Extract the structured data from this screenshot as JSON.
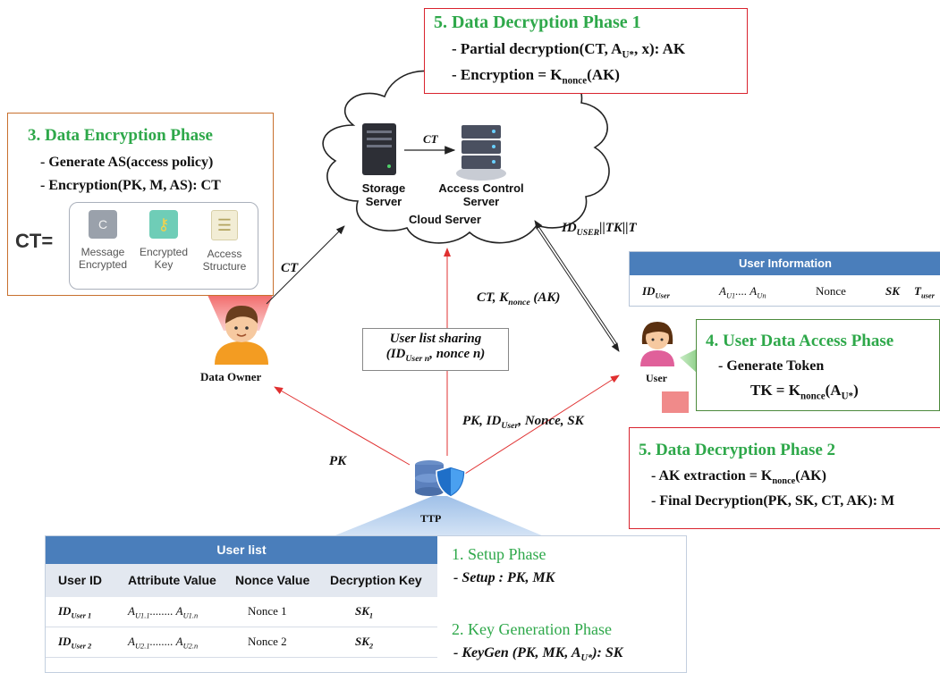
{
  "phases": {
    "dec1": {
      "title": "5. Data Decryption Phase 1",
      "line1_pre": "- Partial decryption(CT, A",
      "line1_sub": "U*",
      "line1_post": ", x): AK",
      "line2_pre": "- Encryption = K",
      "line2_sub": "nonce",
      "line2_post": "(AK)"
    },
    "enc": {
      "title": "3. Data Encryption Phase",
      "line1": "- Generate AS(access policy)",
      "line2": "- Encryption(PK, M, AS): CT",
      "ct_label": "CT=",
      "items": [
        {
          "glyph": "C",
          "label1": "Message",
          "label2": "Encrypted"
        },
        {
          "glyph": "⚷",
          "label1": "Encrypted",
          "label2": "Key"
        },
        {
          "glyph": "☰",
          "label1": "Access",
          "label2": "Structure"
        }
      ]
    },
    "access": {
      "title": "4. User Data Access Phase",
      "line1": "- Generate Token",
      "line2_pre": "TK = K",
      "line2_sub": "nonce",
      "line2_mid": "(A",
      "line2_sub2": "U*",
      "line2_post": ")"
    },
    "dec2": {
      "title": "5. Data Decryption Phase 2",
      "line1_pre": "- AK extraction = K",
      "line1_sub": "nonce",
      "line1_post": "(AK)",
      "line2": "- Final Decryption(PK, SK, CT, AK): M"
    },
    "setup": {
      "title": "1. Setup Phase",
      "line": "- Setup : PK, MK"
    },
    "keygen": {
      "title": "2. Key Generation Phase",
      "line_pre": "- KeyGen (PK, MK, A",
      "line_sub": "U*",
      "line_post": "): SK"
    }
  },
  "cloud": {
    "storage1": "Storage",
    "storage2": "Server",
    "acs1": "Access Control",
    "acs2": "Server",
    "cloud_label": "Cloud Server",
    "ct_arrow": "CT"
  },
  "actors": {
    "owner": "Data Owner",
    "user": "User",
    "ttp": "TTP"
  },
  "arrows": {
    "owner_ct": "CT",
    "token_pre": "ID",
    "token_sub": "USER",
    "token_post": "||TK||T",
    "ctk_pre": "CT, K",
    "ctk_sub": "nonce",
    "ctk_post": " (AK)",
    "share1": "User list sharing",
    "share2_pre": "(ID",
    "share2_sub": "User n",
    "share2_post": ", nonce n)",
    "pk": "PK",
    "keys_pre": "PK, ID",
    "keys_sub": "User",
    "keys_post": ", Nonce, SK"
  },
  "user_info": {
    "title": "User Information",
    "cells": [
      {
        "main": "ID",
        "sub": "User"
      },
      {
        "main": "A",
        "sub": "U1",
        "mid": ".... A",
        "sub2": "Un"
      },
      {
        "main": "Nonce"
      },
      {
        "main": "SK"
      },
      {
        "main": "T",
        "sub": "user"
      }
    ]
  },
  "user_list": {
    "title": "User list",
    "headers": [
      "User ID",
      "Attribute Value",
      "Nonce Value",
      "Decryption Key"
    ],
    "rows": [
      {
        "id": "ID",
        "id_sub": "User 1",
        "attr": "A",
        "attr_sub": "U1.1",
        "attr_mid": "........ A",
        "attr_sub2": "U1.n",
        "nonce": "Nonce 1",
        "key": "SK",
        "key_sub": "1"
      },
      {
        "id": "ID",
        "id_sub": "User 2",
        "attr": "A",
        "attr_sub": "U2.1",
        "attr_mid": "........ A",
        "attr_sub2": "U2.n",
        "nonce": "Nonce 2",
        "key": "SK",
        "key_sub": "2"
      }
    ]
  },
  "colors": {
    "phase_title": "#2ea84a",
    "dec_border": "#d9232e",
    "enc_border": "#c8702e",
    "access_border": "#4c8a3c",
    "table_header": "#4a7ebb",
    "red_arrow": "#e03030"
  }
}
